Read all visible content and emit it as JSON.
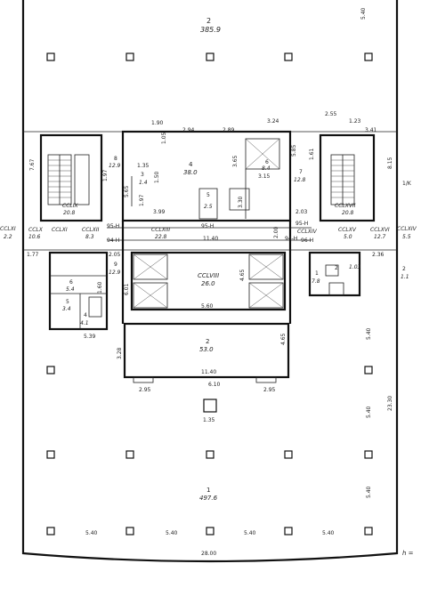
{
  "rooms": [
    {
      "id": "r2-top",
      "number": "2",
      "area": "385.9"
    },
    {
      "id": "r4",
      "number": "4",
      "area": "38.0"
    },
    {
      "id": "r3",
      "number": "3",
      "area": "1.4"
    },
    {
      "id": "r5-center",
      "number": "5",
      "area": "2.5"
    },
    {
      "id": "r6-top",
      "number": "6",
      "area": "8.4"
    },
    {
      "id": "r7",
      "number": "7",
      "area": "12.8"
    },
    {
      "id": "r8",
      "number": "8",
      "area": "12.9"
    },
    {
      "id": "cclix",
      "number": "CCLIX",
      "area": "20.8"
    },
    {
      "id": "cclxvii",
      "number": "CCLXVII",
      "area": "20.8"
    },
    {
      "id": "cclxi",
      "number": "CCLXI",
      "area": "2.2"
    },
    {
      "id": "cclx",
      "number": "CCLX",
      "area": "10.6"
    },
    {
      "id": "cclxi-b",
      "number": "CCLXI",
      "area": ""
    },
    {
      "id": "cclxii",
      "number": "CCLXII",
      "area": "8.3"
    },
    {
      "id": "cclxiii",
      "number": "CCLXIII",
      "area": "22.8"
    },
    {
      "id": "cclxiv",
      "number": "CCLXIV",
      "area": ""
    },
    {
      "id": "cclxv",
      "number": "CCLXV",
      "area": "5.0"
    },
    {
      "id": "cclxvi",
      "number": "CCLXVI",
      "area": "12.7"
    },
    {
      "id": "cclxiv-b",
      "number": "CCLXIV",
      "area": "5.5"
    },
    {
      "id": "cclviii",
      "number": "CCLVIII",
      "area": "26.0"
    },
    {
      "id": "r9",
      "number": "9",
      "area": "12.9"
    },
    {
      "id": "r6-left",
      "number": "6",
      "area": "5.4"
    },
    {
      "id": "r5-left",
      "number": "5",
      "area": "3.4"
    },
    {
      "id": "r4-left",
      "number": "4",
      "area": "4.1"
    },
    {
      "id": "r2-mid",
      "number": "2",
      "area": "53.0"
    },
    {
      "id": "r1-right",
      "number": "1",
      "area": "7.8"
    },
    {
      "id": "r2-right",
      "number": "2",
      "area": "1.03"
    },
    {
      "id": "r2-edge",
      "number": "2",
      "area": "1.1"
    },
    {
      "id": "r1-bottom",
      "number": "1",
      "area": "497.6"
    }
  ],
  "dimensions": {
    "top_540": "5.40",
    "d190": "1.90",
    "d294": "2.94",
    "d289": "2.89",
    "d324": "3.24",
    "d255": "2.55",
    "d123": "1.23",
    "d341": "3.41",
    "d767": "7.67",
    "d135": "1.35",
    "d105": "1.05",
    "d365": "3.65",
    "d585": "5.85",
    "d161": "1.61",
    "d815": "8.15",
    "d197a": "1.97",
    "d197b": "1.97",
    "d150": "1.50",
    "d565": "5.65",
    "d315": "3.15",
    "d330": "3.30",
    "d399": "3.99",
    "d203": "2.03",
    "d145": "1/K",
    "d95h_a": "95-H",
    "d95h_b": "95-H",
    "d95h_c": "95-H",
    "d94h_a": "94-H",
    "d94h_b": "94-H",
    "d96h": "96-H",
    "d1140a": "11.40",
    "d200": "2.00",
    "d177": "1.77",
    "d205": "2.05",
    "d236": "2.36",
    "d160": "1.60",
    "d601": "6.01",
    "d465a": "4.65",
    "d560": "5.60",
    "d539": "5.39",
    "d328": "3.28",
    "d465b": "4.65",
    "d1140b": "11.40",
    "d295a": "2.95",
    "d610": "6.10",
    "d295b": "2.95",
    "d135b": "1.35",
    "d540r1": "5.40",
    "d540r2": "5.40",
    "d540r3": "5.40",
    "d2330": "23.30",
    "b540a": "5.40",
    "b540b": "5.40",
    "b540c": "5.40",
    "b540d": "5.40",
    "d2800": "28.00",
    "h_mark": "h ="
  }
}
